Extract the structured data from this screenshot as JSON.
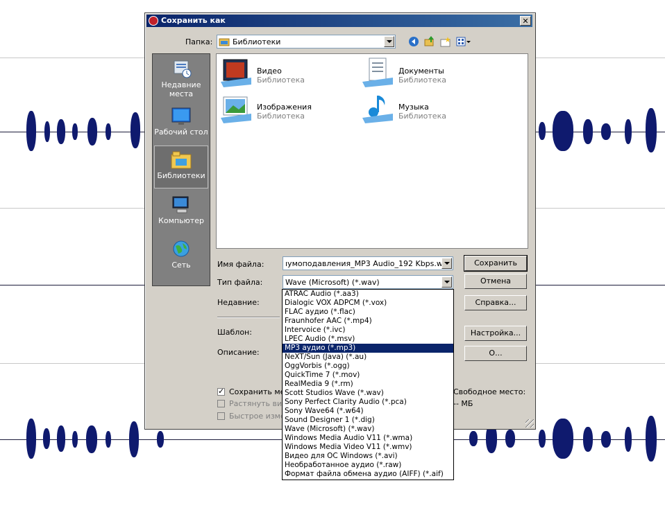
{
  "dialog": {
    "title": "Сохранить как",
    "close": "✕",
    "folder_label": "Папка:",
    "folder_value": "Библиотеки",
    "filename_label": "Имя файла:",
    "filename_value": "ıумоподавления_MP3 Audio_192 Kbps.wav",
    "filetype_label": "Тип файла:",
    "filetype_value": "Wave (Microsoft) (*.wav)",
    "recent_label": "Недавние:",
    "template_label": "Шаблон:",
    "description_label": "Описание:",
    "save_button": "Сохранить",
    "cancel_button": "Отмена",
    "help_button": "Справка...",
    "settings_button": "Настройка...",
    "about_button": "О...",
    "save_meta_label": "Сохранить мет",
    "save_meta_checked": true,
    "stretch_label": "Растянуть виде",
    "fast_change_label": "Быстрое измен",
    "free_space_label": "Свободное место:",
    "free_space_value": "-- МБ"
  },
  "places": [
    {
      "label": "Недавние места",
      "icon": "recent-places-icon",
      "selected": false
    },
    {
      "label": "Рабочий стол",
      "icon": "desktop-icon",
      "selected": false
    },
    {
      "label": "Библиотеки",
      "icon": "libraries-icon",
      "selected": true
    },
    {
      "label": "Компьютер",
      "icon": "computer-icon",
      "selected": false
    },
    {
      "label": "Сеть",
      "icon": "network-icon",
      "selected": false
    }
  ],
  "libraries": [
    {
      "name": "Видео",
      "sub": "Библиотека",
      "icon": "video-library-icon"
    },
    {
      "name": "Документы",
      "sub": "Библиотека",
      "icon": "documents-library-icon"
    },
    {
      "name": "Изображения",
      "sub": "Библиотека",
      "icon": "images-library-icon"
    },
    {
      "name": "Музыка",
      "sub": "Библиотека",
      "icon": "music-library-icon"
    }
  ],
  "filetypes": [
    "ATRAC Audio (*.aa3)",
    "Dialogic VOX ADPCM (*.vox)",
    "FLAC аудио (*.flac)",
    "Fraunhofer AAC (*.mp4)",
    "Intervoice (*.ivc)",
    "LPEC Audio (*.msv)",
    "MP3 аудио (*.mp3)",
    "NeXT/Sun (Java) (*.au)",
    "OggVorbis (*.ogg)",
    "QuickTime 7 (*.mov)",
    "RealMedia 9 (*.rm)",
    "Scott Studios Wave (*.wav)",
    "Sony Perfect Clarity Audio (*.pca)",
    "Sony Wave64 (*.w64)",
    "Sound Designer 1 (*.dig)",
    "Wave (Microsoft) (*.wav)",
    "Windows Media Audio V11 (*.wma)",
    "Windows Media Video V11 (*.wmv)",
    "Видео для ОС Windows (*.avi)",
    "Необработанное аудио (*.raw)",
    "Формат файла обмена аудио (AIFF) (*.aif)"
  ],
  "filetypes_selected_index": 6,
  "colors": {
    "selection": "#0a246a",
    "waveform": "#0f1a6e",
    "dialog_bg": "#d4d0c8"
  }
}
